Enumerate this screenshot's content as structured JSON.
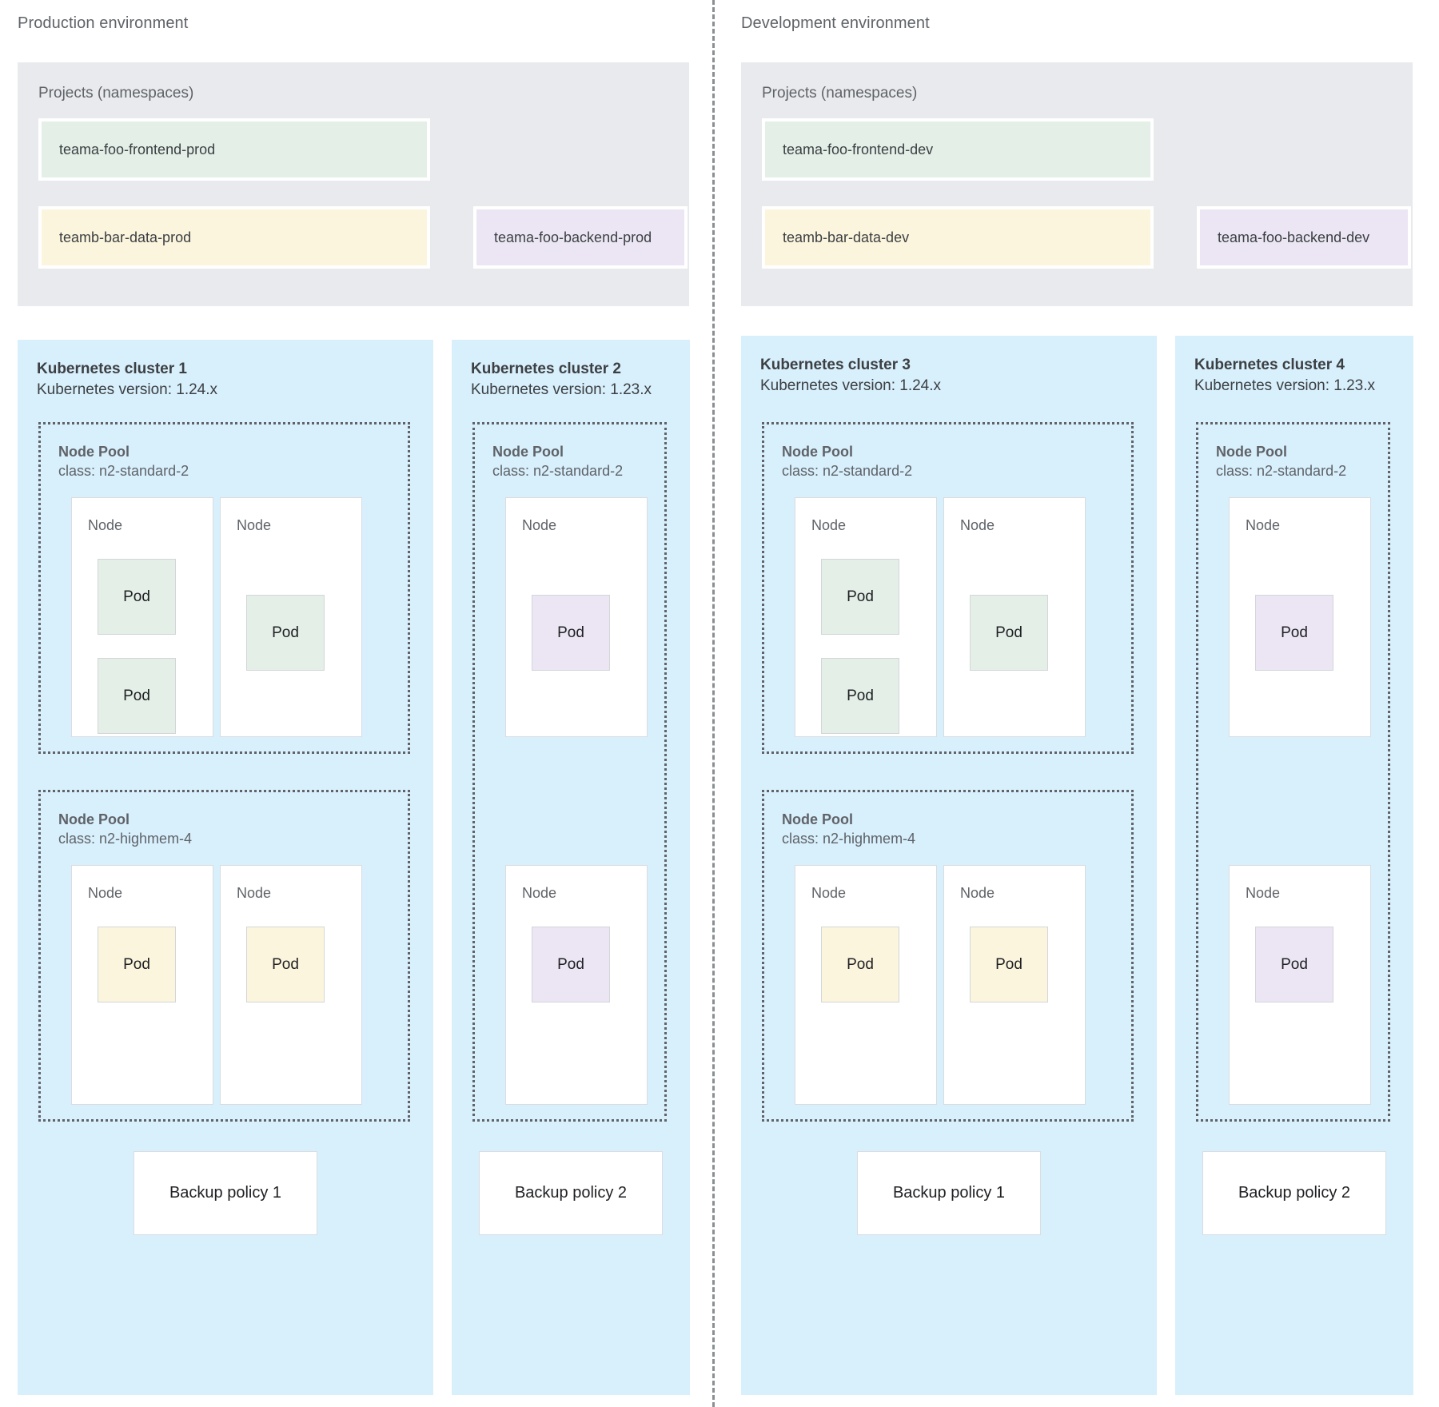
{
  "divider": {
    "style": "vertical-dashed"
  },
  "environments": [
    {
      "id": "production",
      "title": "Production environment",
      "projects": {
        "label": "Projects (namespaces)",
        "items": [
          {
            "name": "teama-foo-frontend-prod",
            "color": "green"
          },
          {
            "name": "teamb-bar-data-prod",
            "color": "yellow"
          },
          {
            "name": "teama-foo-backend-prod",
            "color": "purple"
          }
        ]
      },
      "clusters": [
        {
          "title": "Kubernetes cluster 1",
          "version": "Kubernetes version: 1.24.x",
          "node_pools": [
            {
              "title": "Node Pool",
              "class": "class: n2-standard-2",
              "nodes": [
                {
                  "label": "Node",
                  "pods": [
                    {
                      "label": "Pod",
                      "color": "green"
                    },
                    {
                      "label": "Pod",
                      "color": "green"
                    }
                  ]
                },
                {
                  "label": "Node",
                  "pods": [
                    {
                      "label": "Pod",
                      "color": "green"
                    }
                  ]
                }
              ]
            },
            {
              "title": "Node Pool",
              "class": "class: n2-highmem-4",
              "nodes": [
                {
                  "label": "Node",
                  "pods": [
                    {
                      "label": "Pod",
                      "color": "yellow"
                    }
                  ]
                },
                {
                  "label": "Node",
                  "pods": [
                    {
                      "label": "Pod",
                      "color": "yellow"
                    }
                  ]
                }
              ]
            }
          ],
          "backup_policy": "Backup policy 1"
        },
        {
          "title": "Kubernetes cluster 2",
          "version": "Kubernetes version: 1.23.x",
          "node_pools": [
            {
              "title": "Node Pool",
              "class": "class: n2-standard-2",
              "nodes": [
                {
                  "label": "Node",
                  "pods": [
                    {
                      "label": "Pod",
                      "color": "purple"
                    }
                  ]
                },
                {
                  "label": "Node",
                  "pods": [
                    {
                      "label": "Pod",
                      "color": "purple"
                    }
                  ]
                }
              ]
            }
          ],
          "backup_policy": "Backup policy 2"
        }
      ]
    },
    {
      "id": "development",
      "title": "Development environment",
      "projects": {
        "label": "Projects (namespaces)",
        "items": [
          {
            "name": "teama-foo-frontend-dev",
            "color": "green"
          },
          {
            "name": "teamb-bar-data-dev",
            "color": "yellow"
          },
          {
            "name": "teama-foo-backend-dev",
            "color": "purple"
          }
        ]
      },
      "clusters": [
        {
          "title": "Kubernetes cluster 3",
          "version": "Kubernetes version: 1.24.x",
          "node_pools": [
            {
              "title": "Node Pool",
              "class": "class: n2-standard-2",
              "nodes": [
                {
                  "label": "Node",
                  "pods": [
                    {
                      "label": "Pod",
                      "color": "green"
                    },
                    {
                      "label": "Pod",
                      "color": "green"
                    }
                  ]
                },
                {
                  "label": "Node",
                  "pods": [
                    {
                      "label": "Pod",
                      "color": "green"
                    }
                  ]
                }
              ]
            },
            {
              "title": "Node Pool",
              "class": "class: n2-highmem-4",
              "nodes": [
                {
                  "label": "Node",
                  "pods": [
                    {
                      "label": "Pod",
                      "color": "yellow"
                    }
                  ]
                },
                {
                  "label": "Node",
                  "pods": [
                    {
                      "label": "Pod",
                      "color": "yellow"
                    }
                  ]
                }
              ]
            }
          ],
          "backup_policy": "Backup policy 1"
        },
        {
          "title": "Kubernetes cluster 4",
          "version": "Kubernetes version: 1.23.x",
          "node_pools": [
            {
              "title": "Node Pool",
              "class": "class: n2-standard-2",
              "nodes": [
                {
                  "label": "Node",
                  "pods": [
                    {
                      "label": "Pod",
                      "color": "purple"
                    }
                  ]
                },
                {
                  "label": "Node",
                  "pods": [
                    {
                      "label": "Pod",
                      "color": "purple"
                    }
                  ]
                }
              ]
            }
          ],
          "backup_policy": "Backup policy 2"
        }
      ]
    }
  ],
  "colors": {
    "cluster_bg": "#d8effc",
    "projects_bg": "#e8eaed",
    "green": "#e4efe8",
    "yellow": "#fcf5dd",
    "purple": "#ece6f4",
    "text": "#3c4043",
    "muted_text": "#5f6368"
  }
}
